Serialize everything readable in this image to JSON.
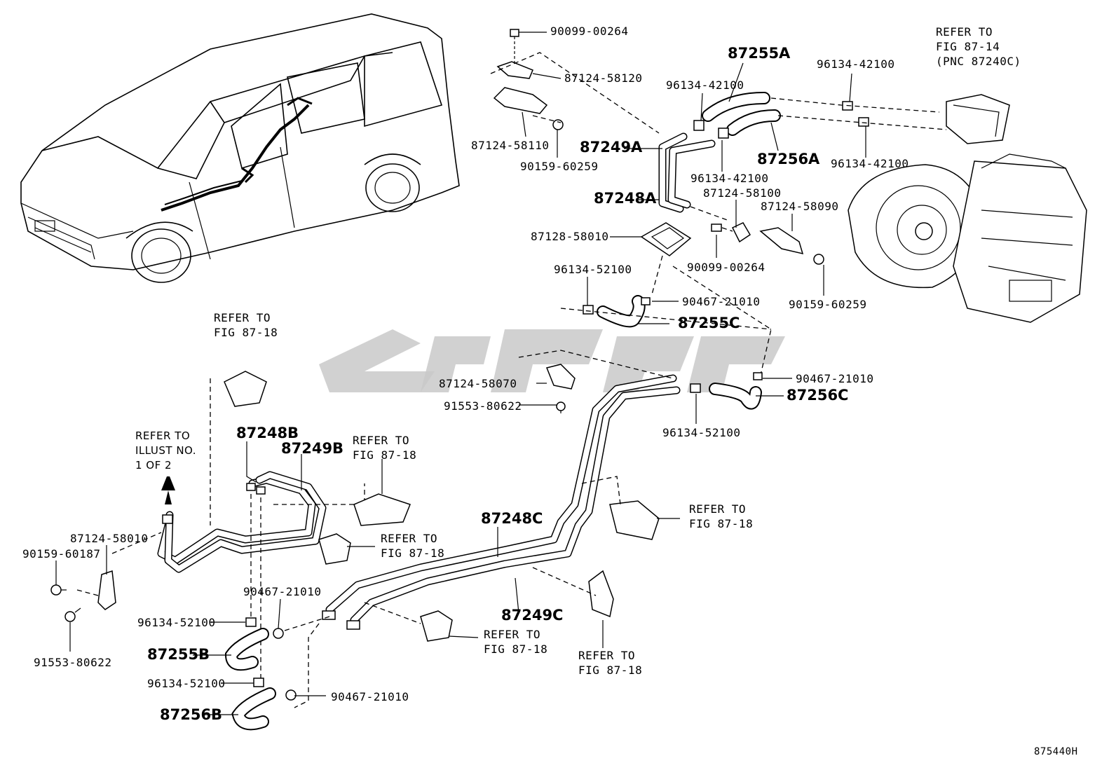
{
  "illustration_code": "875440H",
  "watermark_text": "",
  "labels": {
    "p_90099_00264_top": "90099-00264",
    "p_87124_58120": "87124-58120",
    "p_87124_58110": "87124-58110",
    "p_90159_60259_top": "90159-60259",
    "p_87255A": "87255A",
    "p_96134_42100_a": "96134-42100",
    "p_96134_42100_b": "96134-42100",
    "p_87249A": "87249A",
    "p_87256A": "87256A",
    "p_96134_42100_c": "96134-42100",
    "p_96134_42100_d": "96134-42100",
    "p_87124_58100": "87124-58100",
    "p_87124_58090": "87124-58090",
    "p_87248A": "87248A",
    "p_87128_58010": "87128-58010",
    "p_90099_00264_mid": "90099-00264",
    "p_90159_60259_right": "90159-60259",
    "p_96134_52100_top": "96134-52100",
    "p_90467_21010_top": "90467-21010",
    "p_87255C": "87255C",
    "p_90467_21010_right": "90467-21010",
    "p_87256C": "87256C",
    "p_87124_58070": "87124-58070",
    "p_91553_80622_mid": "91553-80622",
    "p_96134_52100_mid": "96134-52100",
    "p_87248B": "87248B",
    "p_87249B": "87249B",
    "p_87248C": "87248C",
    "p_87249C": "87249C",
    "p_87124_58010": "87124-58010",
    "p_90159_60187": "90159-60187",
    "p_91553_80622_left": "91553-80622",
    "p_90467_21010_mid": "90467-21010",
    "p_96134_52100_low1": "96134-52100",
    "p_87255B": "87255B",
    "p_96134_52100_low2": "96134-52100",
    "p_90467_21010_low": "90467-21010",
    "p_87256B": "87256B"
  },
  "refer_notes": {
    "top_right": "REFER TO\nFIG 87-14\n(PNC 87240C)",
    "left_top": "REFER TO\nFIG 87-18",
    "illust": "REFER TO\nILLUST NO.\n1 OF 2",
    "mid_center": "REFER TO\nFIG 87-18",
    "mid_left": "REFER TO\nFIG 87-18",
    "mid_right": "REFER TO\nFIG 87-18",
    "low_center": "REFER TO\nFIG 87-18",
    "low_right": "REFER TO\nFIG 87-18"
  }
}
